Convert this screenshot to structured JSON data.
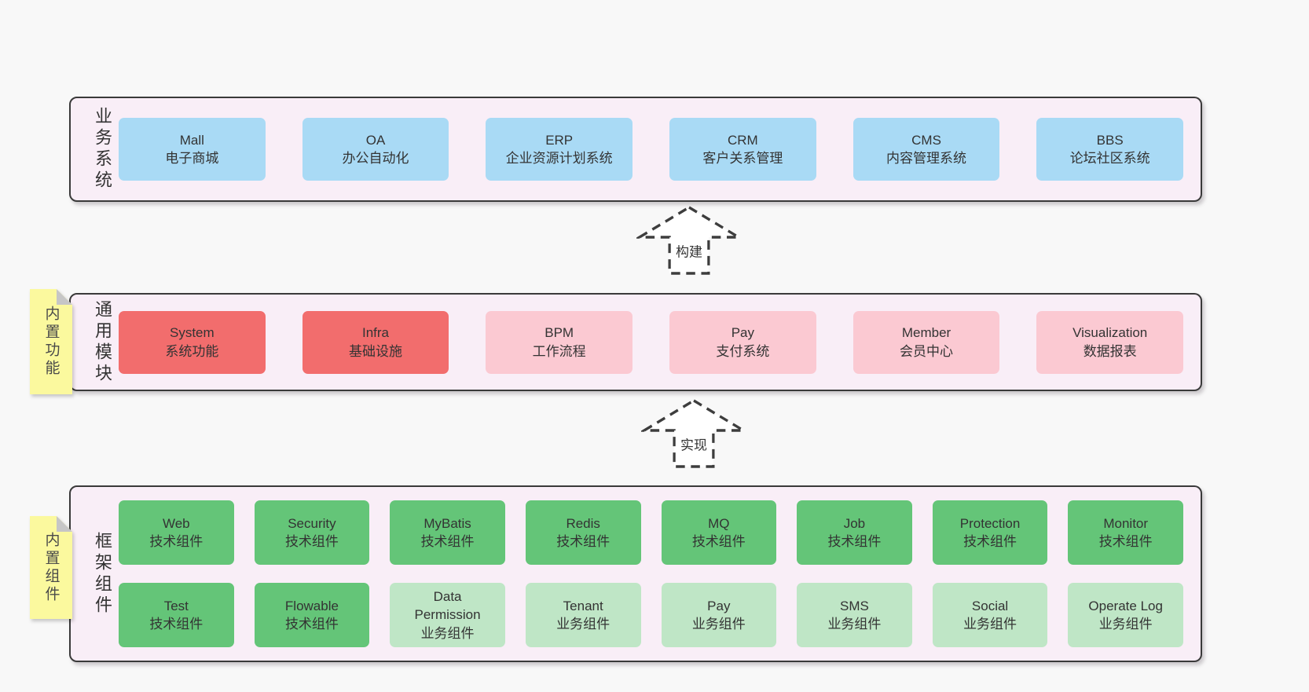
{
  "colors": {
    "page_bg": "#f8f8f8",
    "panel_bg": "#f9eef7",
    "panel_border": "#3a3a3a",
    "blue": "#a9daf5",
    "red": "#f26d6d",
    "pink": "#fbc9d2",
    "green": "#64c578",
    "light_green": "#bfe6c6",
    "note_yellow": "#fbf99e",
    "note_fold": "#c6c6c6",
    "text": "#333333"
  },
  "panels": [
    {
      "label": "业务系统",
      "box_rows": [
        [
          {
            "title": "Mall",
            "subtitle": "电子商城",
            "variant": "blue"
          },
          {
            "title": "OA",
            "subtitle": "办公自动化",
            "variant": "blue"
          },
          {
            "title": "ERP",
            "subtitle": "企业资源计划系统",
            "variant": "blue"
          },
          {
            "title": "CRM",
            "subtitle": "客户关系管理",
            "variant": "blue"
          },
          {
            "title": "CMS",
            "subtitle": "内容管理系统",
            "variant": "blue"
          },
          {
            "title": "BBS",
            "subtitle": "论坛社区系统",
            "variant": "blue"
          }
        ]
      ]
    },
    {
      "label": "通用模块",
      "box_rows": [
        [
          {
            "title": "System",
            "subtitle": "系统功能",
            "variant": "red"
          },
          {
            "title": "Infra",
            "subtitle": "基础设施",
            "variant": "red"
          },
          {
            "title": "BPM",
            "subtitle": "工作流程",
            "variant": "pink"
          },
          {
            "title": "Pay",
            "subtitle": "支付系统",
            "variant": "pink"
          },
          {
            "title": "Member",
            "subtitle": "会员中心",
            "variant": "pink"
          },
          {
            "title": "Visualization",
            "subtitle": "数据报表",
            "variant": "pink"
          }
        ]
      ]
    },
    {
      "label": "框架组件",
      "box_rows": [
        [
          {
            "title": "Web",
            "subtitle": "技术组件",
            "variant": "green"
          },
          {
            "title": "Security",
            "subtitle": "技术组件",
            "variant": "green"
          },
          {
            "title": "MyBatis",
            "subtitle": "技术组件",
            "variant": "green"
          },
          {
            "title": "Redis",
            "subtitle": "技术组件",
            "variant": "green"
          },
          {
            "title": "MQ",
            "subtitle": "技术组件",
            "variant": "green"
          },
          {
            "title": "Job",
            "subtitle": "技术组件",
            "variant": "green"
          },
          {
            "title": "Protection",
            "subtitle": "技术组件",
            "variant": "green"
          },
          {
            "title": "Monitor",
            "subtitle": "技术组件",
            "variant": "green"
          }
        ],
        [
          {
            "title": "Test",
            "subtitle": "技术组件",
            "variant": "green"
          },
          {
            "title": "Flowable",
            "subtitle": "技术组件",
            "variant": "green"
          },
          {
            "title": "Data\nPermission",
            "subtitle": "业务组件",
            "variant": "lightgreen"
          },
          {
            "title": "Tenant",
            "subtitle": "业务组件",
            "variant": "lightgreen"
          },
          {
            "title": "Pay",
            "subtitle": "业务组件",
            "variant": "lightgreen"
          },
          {
            "title": "SMS",
            "subtitle": "业务组件",
            "variant": "lightgreen"
          },
          {
            "title": "Social",
            "subtitle": "业务组件",
            "variant": "lightgreen"
          },
          {
            "title": "Operate Log",
            "subtitle": "业务组件",
            "variant": "lightgreen"
          }
        ]
      ]
    }
  ],
  "arrows": [
    {
      "label": "构建"
    },
    {
      "label": "实现"
    }
  ],
  "side_notes": [
    {
      "label": "内置功能"
    },
    {
      "label": "内置组件"
    }
  ]
}
